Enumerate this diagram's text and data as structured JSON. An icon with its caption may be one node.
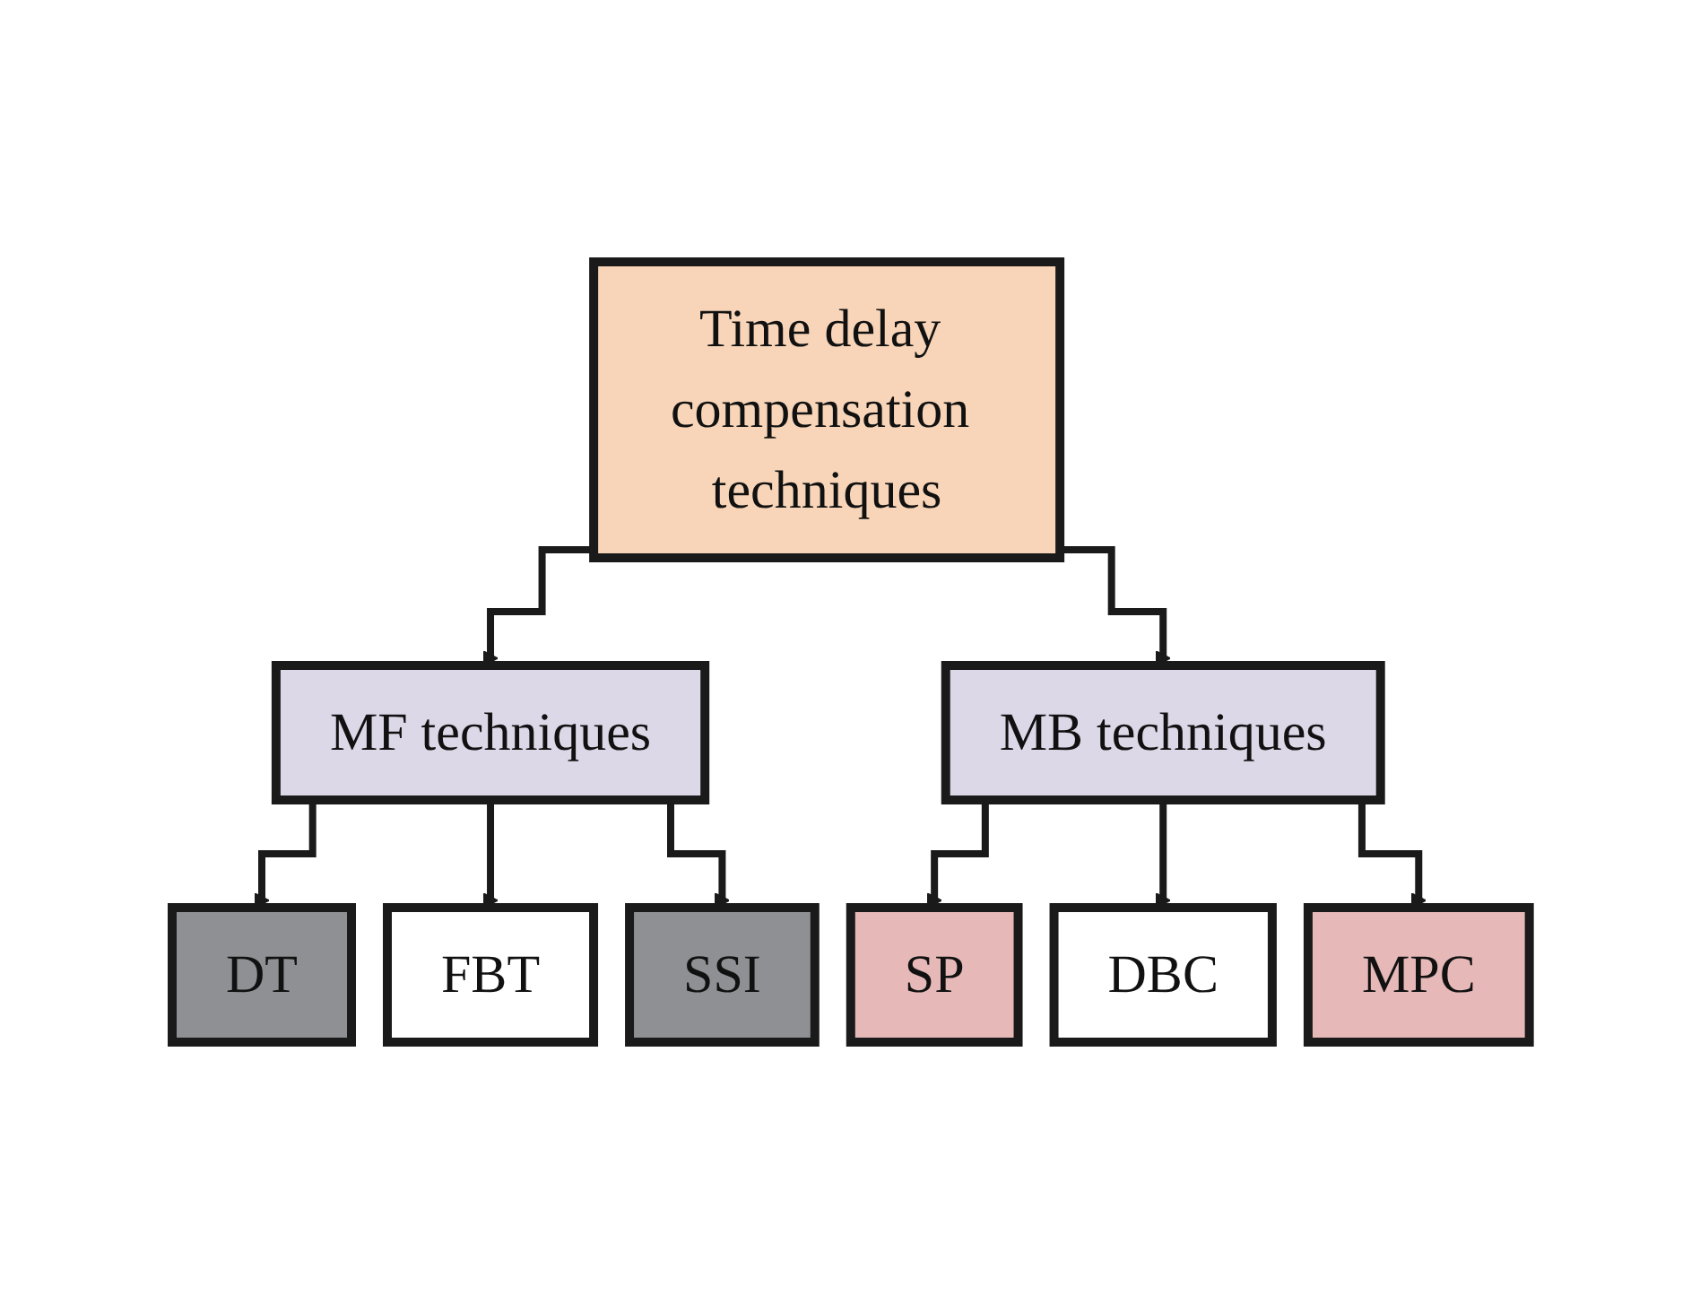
{
  "diagram": {
    "nodes": [
      {
        "text": [
          "Time delay compensation techniques"
        ]
      },
      {
        "text": [
          "MF techniques"
        ]
      },
      {
        "text": [
          "MB techniques"
        ]
      },
      {
        "text": [
          "DT"
        ]
      },
      {
        "text": [
          "FBT"
        ]
      },
      {
        "text": [
          "SSI"
        ]
      },
      {
        "text": [
          "SP"
        ]
      },
      {
        "text": [
          "DBC"
        ]
      },
      {
        "text": [
          "MPC"
        ]
      }
    ],
    "edges": [
      {
        "from": 0,
        "to": 1,
        "arrow": "to"
      },
      {
        "from": 0,
        "to": 2,
        "arrow": "to"
      },
      {
        "from": 1,
        "to": 3,
        "arrow": "to"
      },
      {
        "from": 1,
        "to": 4,
        "arrow": "to"
      },
      {
        "from": 1,
        "to": 5,
        "arrow": "to"
      },
      {
        "from": 2,
        "to": 6,
        "arrow": "to"
      },
      {
        "from": 2,
        "to": 7,
        "arrow": "to"
      },
      {
        "from": 2,
        "to": 8,
        "arrow": "to"
      }
    ]
  }
}
